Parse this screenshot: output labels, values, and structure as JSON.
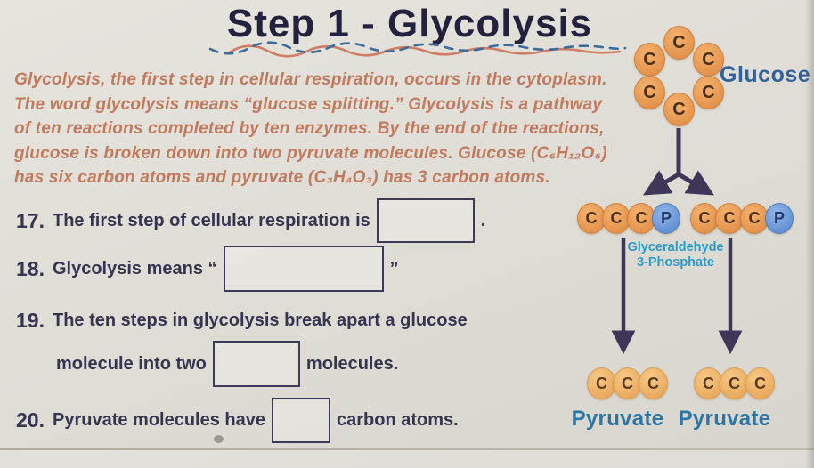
{
  "title": "Step 1 - Glycolysis",
  "intro": {
    "lines": [
      "Glycolysis, the first step in cellular respiration, occurs in the cytoplasm.",
      "The word glycolysis means “glucose splitting.” Glycolysis is a pathway",
      "of ten reactions completed by ten enzymes. By the end of the reactions,",
      "glucose is broken down into two pyruvate molecules. Glucose (C₆H₁₂O₆)",
      "has six carbon atoms and pyruvate (C₃H₄O₃) has 3 carbon atoms."
    ]
  },
  "questions": [
    {
      "number": "17.",
      "before": "The first step of cellular respiration is",
      "after": "."
    },
    {
      "number": "18.",
      "before": "Glycolysis means “",
      "after": "”"
    },
    {
      "number": "19.",
      "line1": "The ten steps in glycolysis break apart a glucose",
      "before": "molecule into two",
      "after": "molecules."
    },
    {
      "number": "20.",
      "before": "Pyruvate molecules have",
      "after": "carbon atoms."
    }
  ],
  "diagram": {
    "glucose_label": "Glucose",
    "g3p_line1": "Glyceraldehyde",
    "g3p_line2": "3-Phosphate",
    "pyruvate_left_label": "Pyruvate",
    "pyruvate_right_label": "Pyruvate",
    "carbon": "C",
    "phosphate": "P",
    "glucose_carbon_count": 6,
    "g3p_carbon_count": 3,
    "pyruvate_carbon_count": 3
  },
  "colors": {
    "carbon_orange": "#e3924b",
    "phosphate_blue": "#5f8ed2",
    "glucose_label_blue": "#32619e",
    "g3p_label_blue": "#2b9cc9",
    "pyruvate_label_blue": "#2b76a4",
    "question_navy": "#35354f",
    "intro_salmon": "#c17a5e",
    "arrow_navy": "#3e3757"
  }
}
